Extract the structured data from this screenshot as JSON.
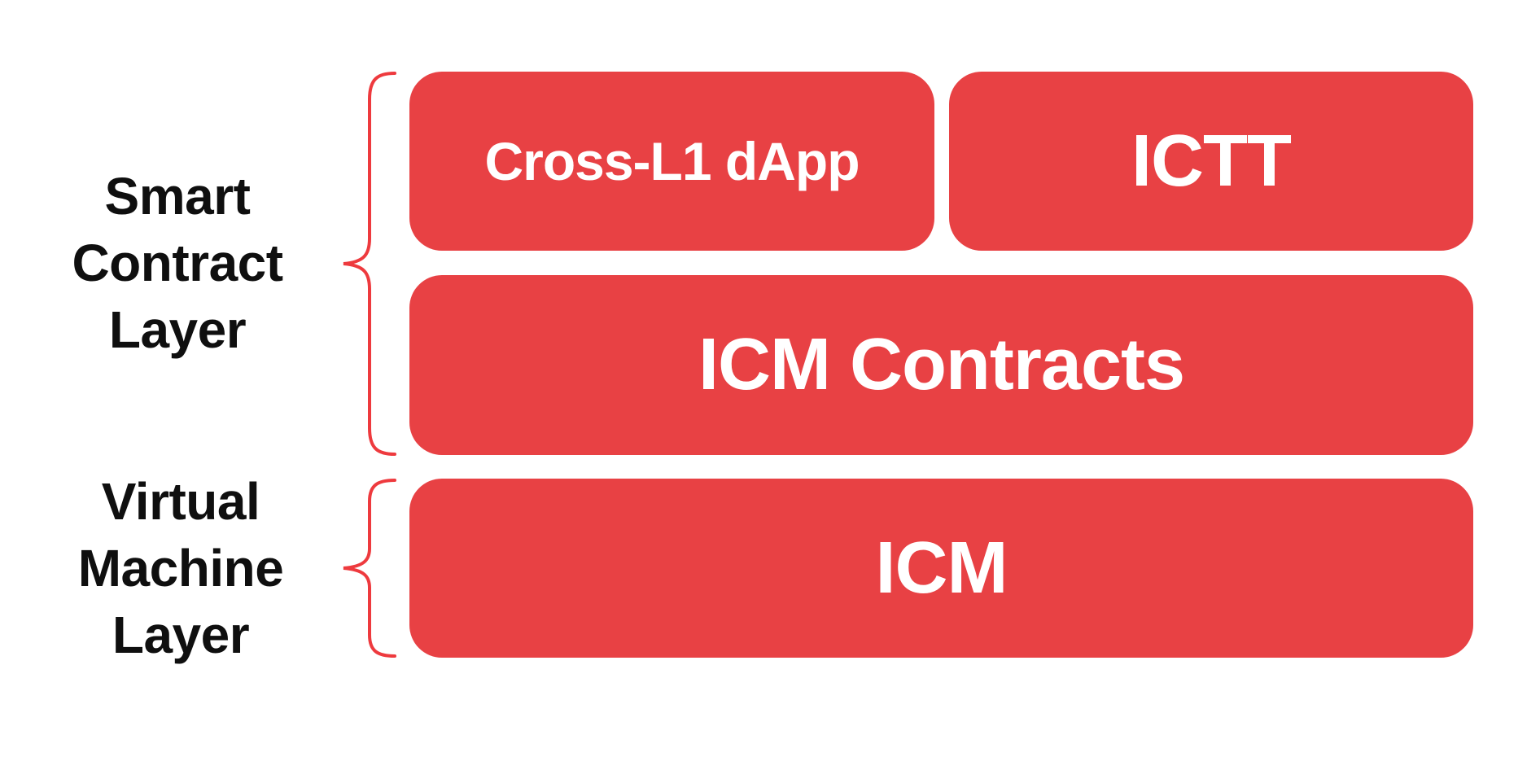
{
  "colors": {
    "background": "#ffffff",
    "block_fill": "#e84144",
    "block_text": "#ffffff",
    "brace_stroke": "#ee3a3e",
    "label_text": "#0f0f0f"
  },
  "layers": [
    {
      "name": "smart-contract-layer",
      "label": "Smart Contract Layer",
      "lines": [
        "Smart",
        "Contract",
        "Layer"
      ]
    },
    {
      "name": "virtual-machine-layer",
      "label": "Virtual Machine Layer",
      "lines": [
        "Virtual",
        "Machine",
        "Layer"
      ]
    }
  ],
  "blocks": [
    {
      "id": "cross-l1-dapp",
      "label": "Cross-L1 dApp",
      "layer": "Smart Contract Layer"
    },
    {
      "id": "ictt",
      "label": "ICTT",
      "layer": "Smart Contract Layer"
    },
    {
      "id": "icm-contracts",
      "label": "ICM Contracts",
      "layer": "Smart Contract Layer"
    },
    {
      "id": "icm",
      "label": "ICM",
      "layer": "Virtual Machine Layer"
    }
  ]
}
